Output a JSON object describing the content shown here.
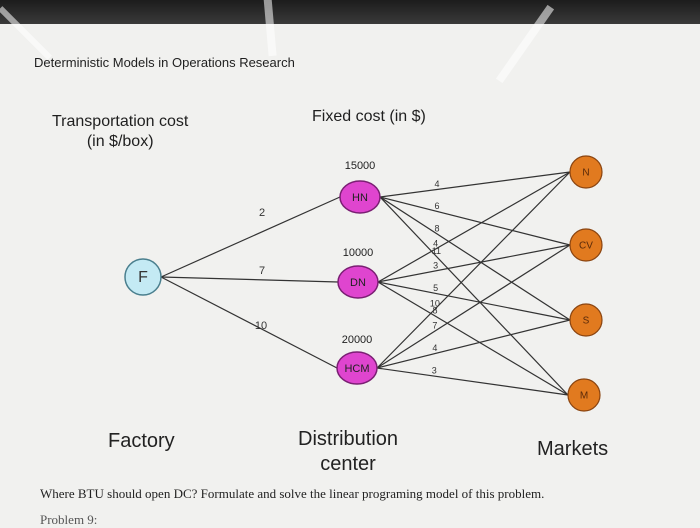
{
  "slide": {
    "title": "Deterministic Models in Operations Research",
    "header_transport": "Transportation cost\n(in $/box)",
    "header_fixed": "Fixed cost (in $)",
    "label_factory": "Factory",
    "label_dc": "Distribution\ncenter",
    "label_markets": "Markets",
    "question": "Where BTU should open DC? Formulate and solve the linear programing model of this problem.",
    "cut_text": "Problem 9:"
  },
  "network": {
    "factory": {
      "label": "F"
    },
    "dcs": [
      {
        "id": "HN",
        "label": "HN",
        "fixed_cost": "15000"
      },
      {
        "id": "DN",
        "label": "DN",
        "fixed_cost": "10000"
      },
      {
        "id": "HCM",
        "label": "HCM",
        "fixed_cost": "20000"
      }
    ],
    "markets": [
      {
        "id": "N",
        "label": "N"
      },
      {
        "id": "CV",
        "label": "CV"
      },
      {
        "id": "S",
        "label": "S"
      },
      {
        "id": "M",
        "label": "M"
      }
    ],
    "factory_edges": [
      {
        "to": "HN",
        "cost": "2"
      },
      {
        "to": "DN",
        "cost": "7"
      },
      {
        "to": "HCM",
        "cost": "10"
      }
    ],
    "dc_market_edges": [
      {
        "from": "HN",
        "to": "N",
        "cost": "4"
      },
      {
        "from": "HN",
        "to": "CV",
        "cost": "6"
      },
      {
        "from": "HN",
        "to": "S",
        "cost": "8"
      },
      {
        "from": "HN",
        "to": "M",
        "cost": "11"
      },
      {
        "from": "DN",
        "to": "N",
        "cost": "4"
      },
      {
        "from": "DN",
        "to": "CV",
        "cost": "3"
      },
      {
        "from": "DN",
        "to": "S",
        "cost": "5"
      },
      {
        "from": "DN",
        "to": "M",
        "cost": "8"
      },
      {
        "from": "HCM",
        "to": "N",
        "cost": "10"
      },
      {
        "from": "HCM",
        "to": "CV",
        "cost": "7"
      },
      {
        "from": "HCM",
        "to": "S",
        "cost": "4"
      },
      {
        "from": "HCM",
        "to": "M",
        "cost": "3"
      }
    ]
  },
  "colors": {
    "factory_fill": "#c4eaf4",
    "factory_stroke": "#4a7f8e",
    "dc_fill": "#df45cf",
    "dc_stroke": "#7a1f73",
    "market_fill": "#e17a1f",
    "market_stroke": "#8a4410"
  }
}
